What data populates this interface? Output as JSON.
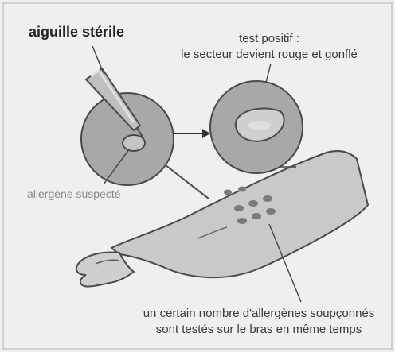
{
  "labels": {
    "needle": "aiguille stérile",
    "positive_line1": "test positif :",
    "positive_line2": "le secteur devient rouge et gonflé",
    "allergen": "allergène suspecté",
    "bottom_line1": "un certain nombre d'allergènes soupçonnés",
    "bottom_line2": "sont testés sur le bras en même temps"
  },
  "colors": {
    "background": "#efefef",
    "disc_fill": "#a8a8a8",
    "skin": "#c9c9c9",
    "outline": "#4a4a4a",
    "text": "#3a3a3a"
  }
}
